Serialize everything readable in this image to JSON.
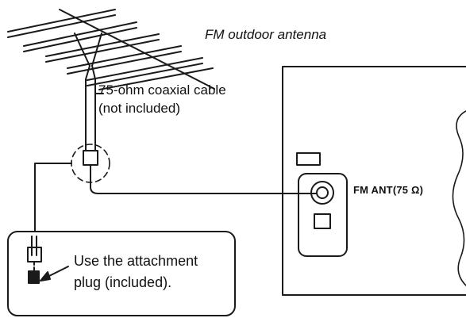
{
  "labels": {
    "antenna": "FM outdoor antenna",
    "cable_line1": "75-ohm coaxial cable",
    "cable_line2": "(not included)",
    "port": "FM  ANT(75 Ω)",
    "plug_line1": "Use the attachment",
    "plug_line2": "plug (included)."
  },
  "colors": {
    "line": "#1a1a1a",
    "background": "#ffffff"
  }
}
